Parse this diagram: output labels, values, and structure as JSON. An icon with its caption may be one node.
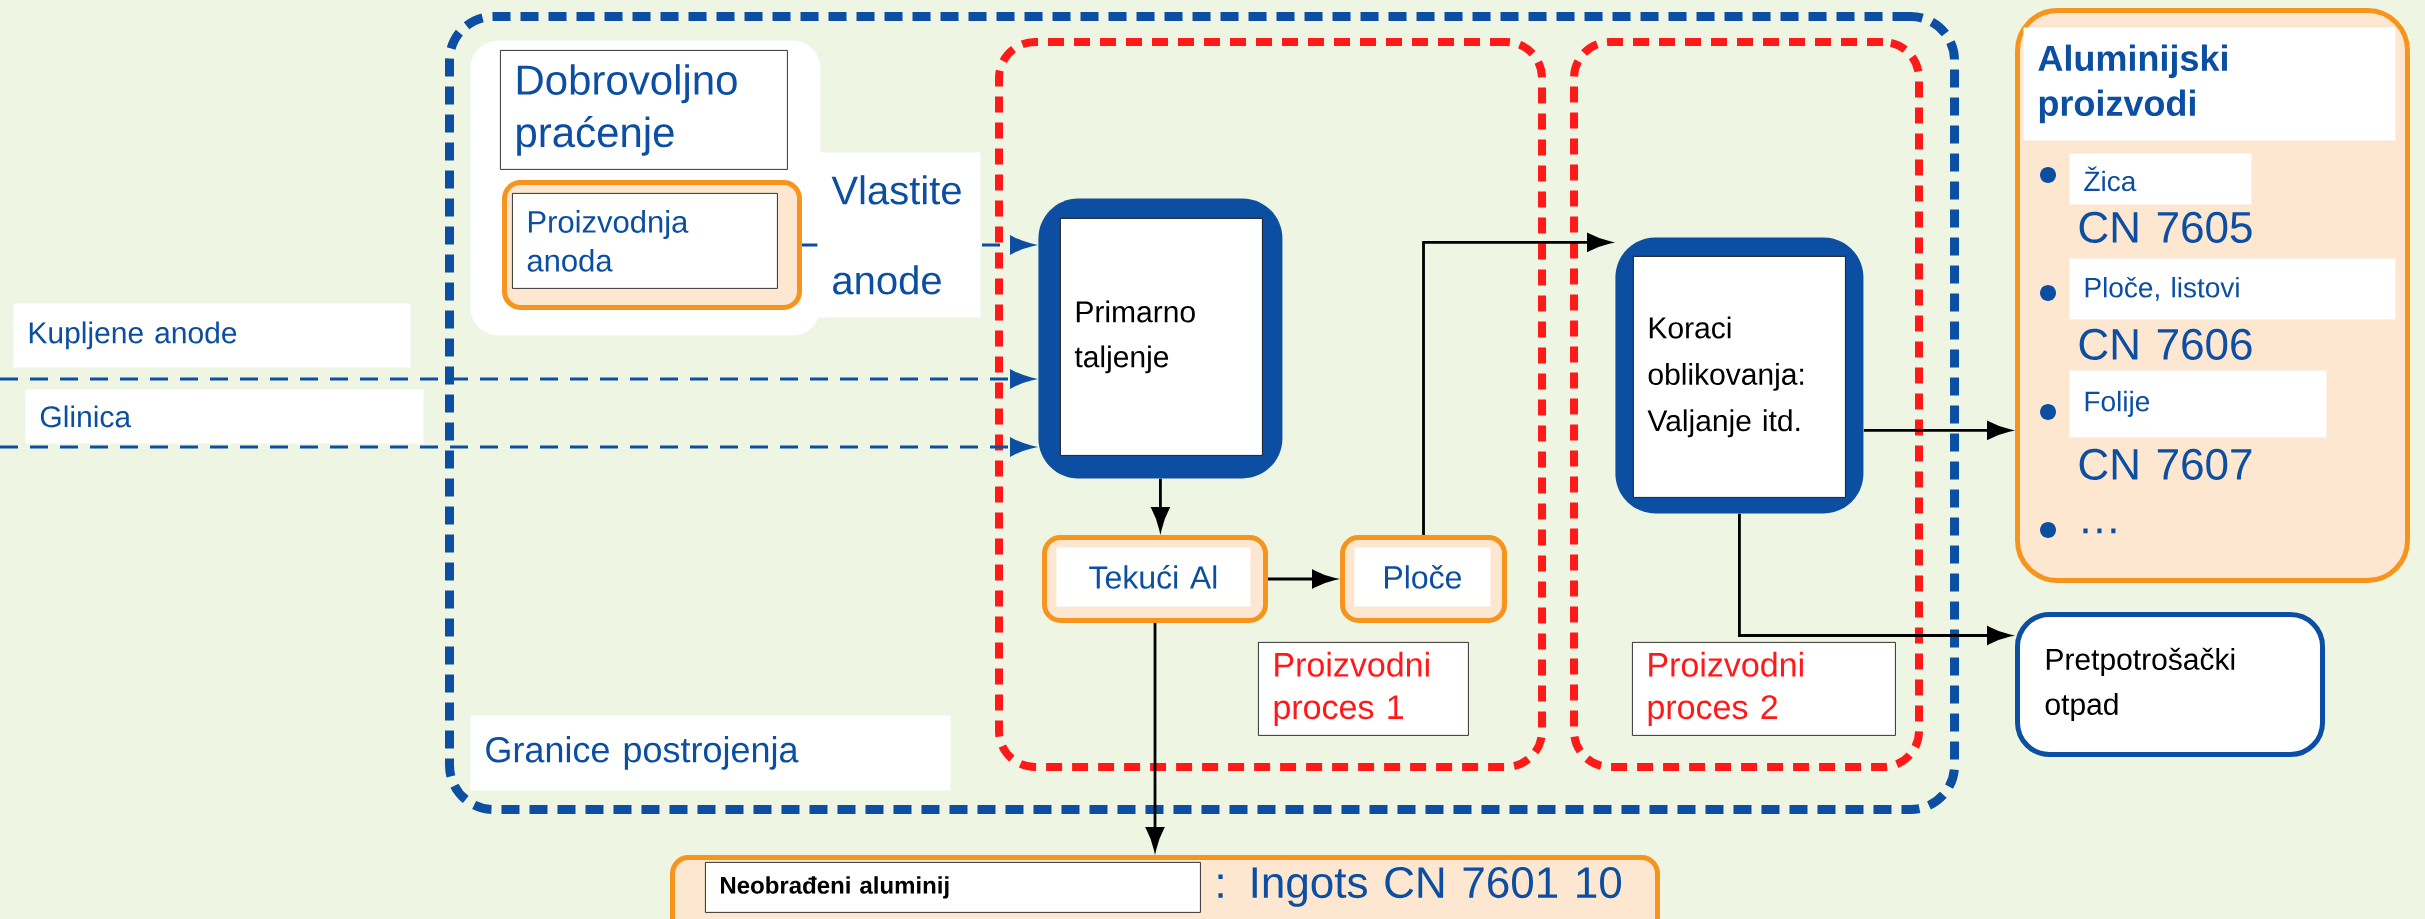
{
  "diagram": {
    "nodes": [
      {
        "text": [
          "Granice postrojenja"
        ]
      },
      {
        "text": [
          "Dobrovoljno praćenje"
        ],
        "in": 0
      },
      {
        "text": [
          "Proizvodnja anoda"
        ],
        "in": 1
      },
      {
        "text": [
          "Proizvodni proces 1"
        ],
        "in": 0
      },
      {
        "text": [
          "Proizvodni proces 2"
        ],
        "in": 0
      },
      {
        "text": [
          "Primarno taljenje"
        ],
        "in": 3
      },
      {
        "text": [
          "Tekući Al"
        ],
        "in": 3
      },
      {
        "text": [
          "Ploče"
        ],
        "in": 3
      },
      {
        "text": [
          "Koraci oblikovanja: Valjanje itd."
        ],
        "in": 4
      },
      {
        "text": [
          "Aluminijski proizvodi",
          "Žica",
          "CN 7605",
          "Ploče, listovi",
          "CN 7606",
          "Folije",
          "CN 7607",
          "…"
        ]
      },
      {
        "text": [
          "Pretpotrošački otpad"
        ]
      },
      {
        "text": [
          "Neobrađeni aluminij",
          ": Ingots CN 7601 10"
        ]
      }
    ],
    "edges": [
      {
        "from": 2,
        "to": 5,
        "arrow": "to",
        "label": "Vlastite anode",
        "style": "dashed",
        "color": "#0b4ea2"
      },
      {
        "from": null,
        "to": 5,
        "arrow": "to",
        "label": "Kupljene anode",
        "style": "dashed",
        "color": "#0b4ea2"
      },
      {
        "from": null,
        "to": 5,
        "arrow": "to",
        "label": "Glinica",
        "style": "dashed",
        "color": "#0b4ea2"
      },
      {
        "from": 5,
        "to": 6,
        "arrow": "to"
      },
      {
        "from": 6,
        "to": 7,
        "arrow": "to"
      },
      {
        "from": 7,
        "to": 8,
        "arrow": "to"
      },
      {
        "from": 6,
        "to": 11,
        "arrow": "to"
      },
      {
        "from": 8,
        "to": 9,
        "arrow": "to"
      },
      {
        "from": 8,
        "to": 10,
        "arrow": "to"
      }
    ]
  }
}
